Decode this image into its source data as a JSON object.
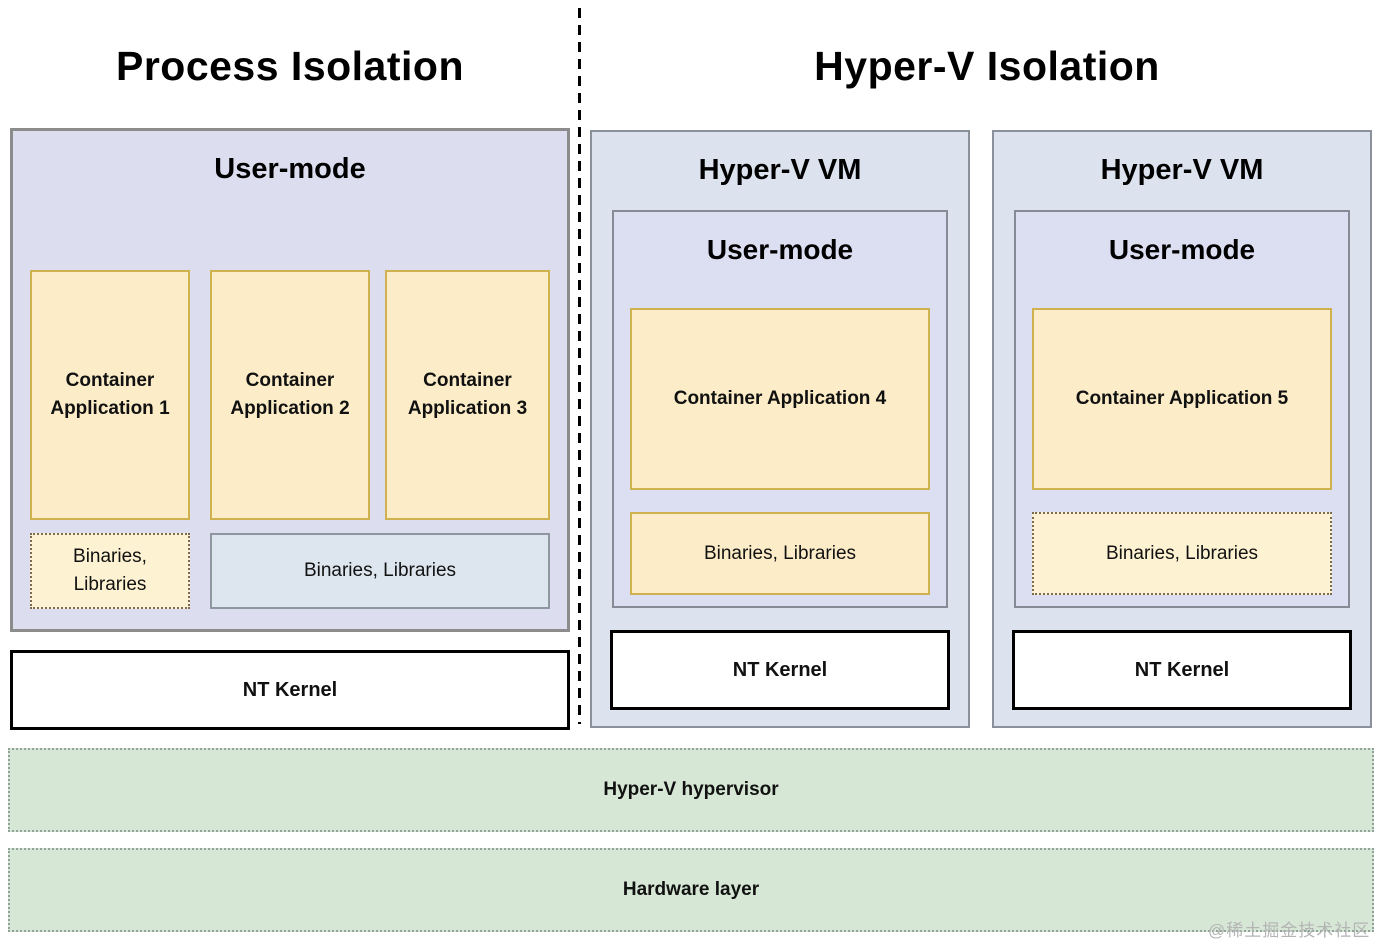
{
  "titles": {
    "left": "Process Isolation",
    "right": "Hyper-V Isolation"
  },
  "process_isolation": {
    "user_mode_label": "User-mode",
    "apps": [
      "Container Application 1",
      "Container Application 2",
      "Container Application 3"
    ],
    "binaries_small": "Binaries, Libraries",
    "binaries_wide": "Binaries, Libraries",
    "nt_kernel": "NT Kernel"
  },
  "hyperv_isolation": {
    "vms": [
      {
        "title": "Hyper-V VM",
        "user_mode_label": "User-mode",
        "app": "Container Application 4",
        "binaries": "Binaries, Libraries",
        "nt_kernel": "NT Kernel"
      },
      {
        "title": "Hyper-V VM",
        "user_mode_label": "User-mode",
        "app": "Container Application 5",
        "binaries": "Binaries, Libraries",
        "nt_kernel": "NT Kernel"
      }
    ]
  },
  "layers": {
    "hypervisor": "Hyper-V hypervisor",
    "hardware": "Hardware layer"
  },
  "watermark": "@稀土掘金技术社区",
  "colors": {
    "user_mode_fill": "#dcdef0",
    "vm_shell_fill": "#dce3ee",
    "app_fill": "#fcedc8",
    "app_border": "#cfb24f",
    "binaries_dashed_fill": "#fdf3d2",
    "binaries_bluegray_fill": "#dde6ee",
    "kernel_fill": "#ffffff",
    "layer_green_fill": "#d6e8d5",
    "border_gray": "#8c8c8c",
    "divider_black": "#000000"
  }
}
